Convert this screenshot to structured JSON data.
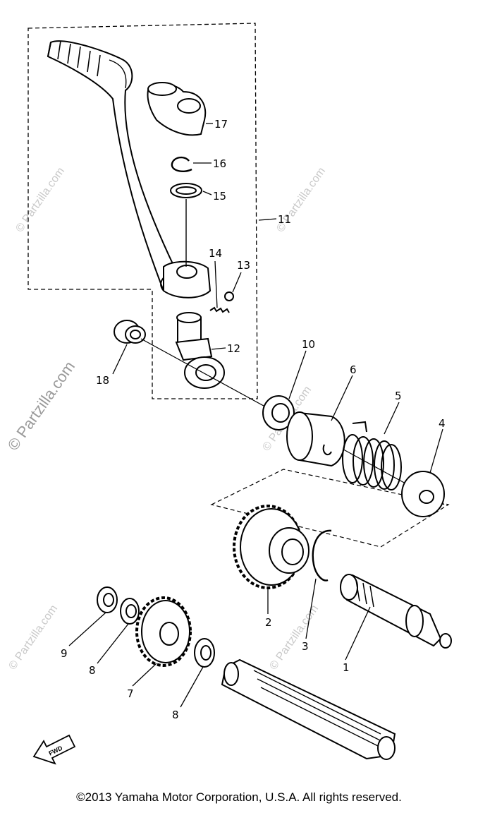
{
  "diagram": {
    "callouts": [
      "1",
      "2",
      "3",
      "4",
      "5",
      "6",
      "7",
      "8",
      "8",
      "9",
      "10",
      "11",
      "12",
      "13",
      "14",
      "15",
      "16",
      "17",
      "18"
    ],
    "fwd_label": "FWD",
    "watermark": "© Partzilla.com",
    "copyright": "©2013  Yamaha Motor Corporation, U.S.A. All rights reserved."
  }
}
